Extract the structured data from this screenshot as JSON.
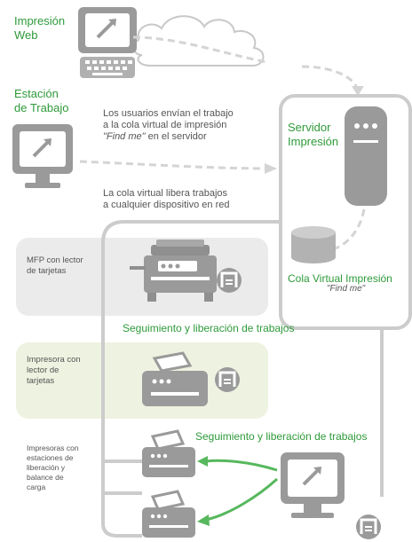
{
  "labels": {
    "web_print": "Impresión\nWeb",
    "workstation": "Estación\nde Trabajo",
    "users_send_line1": "Los usuarios envían el trabajo",
    "users_send_line2": "a la cola virtual de impresión",
    "users_send_find_me": "\"Find me\"",
    "users_send_tail": " en el servidor",
    "print_server": "Servidor\nImpresión",
    "virtual_queue_release": "La cola virtual libera trabajos\na cualquier dispositivo en red",
    "mfp_card": "MFP con lector\nde tarjetas",
    "printer_card": "Impresora con\nlector de\ntarjetas",
    "printers_release": "Impresoras con\nestaciones de\nliberación y\nbalance de\ncarga",
    "virtual_queue_title": "Cola Virtual Impresión",
    "virtual_queue_sub": "\"Find me\"",
    "tracking_1": "Seguimiento y liberación de trabajos",
    "tracking_2": "Seguimiento y liberación de trabajos"
  },
  "colors": {
    "accent_green": "#2e9a3a",
    "icon_gray": "#9a9a9a",
    "panel_gray": "#ebebeb",
    "panel_green": "#eef2e0",
    "connector_gray": "#cfcfcf"
  },
  "icons": [
    "cloud-icon",
    "computer-icon",
    "monitor-icon",
    "server-icon",
    "database-icon",
    "mfp-icon",
    "printer-icon",
    "card-reader-icon"
  ]
}
